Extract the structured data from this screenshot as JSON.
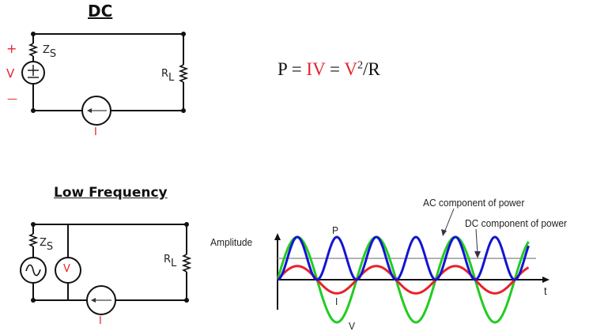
{
  "dc_section": {
    "title": "DC",
    "source_plus": "+",
    "source_label": "V",
    "source_minus": "—",
    "source_impedance": "Z",
    "source_impedance_sub": "S",
    "load_label": "R",
    "load_sub": "L",
    "current_label": "I",
    "formula": {
      "p": "P = ",
      "iv": "IV",
      "eq": " = ",
      "v": "V",
      "sup": "2",
      "r": "/R"
    }
  },
  "lf_section": {
    "title": "Low Frequency",
    "source_impedance": "Z",
    "source_impedance_sub": "S",
    "voltmeter_label": "V",
    "load_label": "R",
    "load_sub": "L",
    "current_label": "I"
  },
  "colors": {
    "voltage": "#22cc22",
    "current": "#e8222a",
    "power": "#1414d2",
    "dc_line": "#999999",
    "red_label": "#e8222a"
  },
  "chart_data": {
    "type": "line",
    "title": "",
    "ylabel": "Amplitude",
    "xlabel": "t",
    "x_range_half_periods": [
      0,
      6.35
    ],
    "ylim": [
      -1,
      1
    ],
    "series": [
      {
        "name": "V",
        "function": "sin(pi*x)",
        "amplitude": 1.0,
        "color": "#22cc22"
      },
      {
        "name": "I",
        "function": "sin(pi*x)",
        "amplitude": 0.32,
        "color": "#e8222a"
      },
      {
        "name": "P",
        "function": "sin^2(pi*x)",
        "amplitude": 1.0,
        "color": "#1414d2"
      },
      {
        "name": "DC component",
        "function": "const",
        "value": 0.5,
        "color": "#999999"
      }
    ],
    "labels": {
      "P": "P",
      "I": "I",
      "V": "V",
      "ac_annotation": "AC component of power",
      "dc_annotation": "DC component of power"
    }
  }
}
